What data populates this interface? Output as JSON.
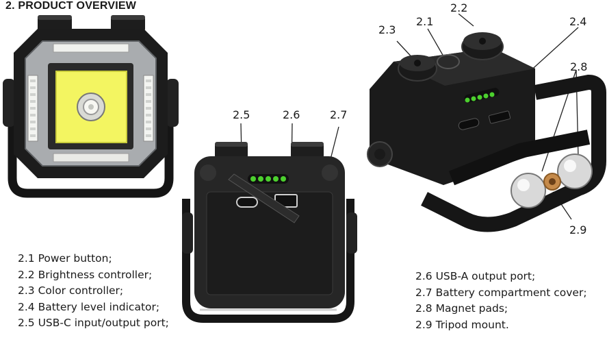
{
  "page": {
    "title": "2. PRODUCT OVERVIEW"
  },
  "callouts": {
    "c21": "2.1",
    "c22": "2.2",
    "c23": "2.3",
    "c24": "2.4",
    "c25": "2.5",
    "c26": "2.6",
    "c27": "2.7",
    "c28": "2.8",
    "c29": "2.9"
  },
  "legend_left": [
    "2.1 Power button;",
    "2.2 Brightness controller;",
    "2.3 Color controller;",
    "2.4 Battery level indicator;",
    "2.5 USB-C input/output port;"
  ],
  "legend_right": [
    "2.6 USB-A output port;",
    "2.7 Battery compartment cover;",
    "2.8 Magnet pads;",
    "2.9 Tripod mount."
  ],
  "colors": {
    "indicator_led": "#4cd02e",
    "cob_led": "#f3f561",
    "body": "#1c1c1c",
    "tripod_mount": "#c58a4a"
  }
}
